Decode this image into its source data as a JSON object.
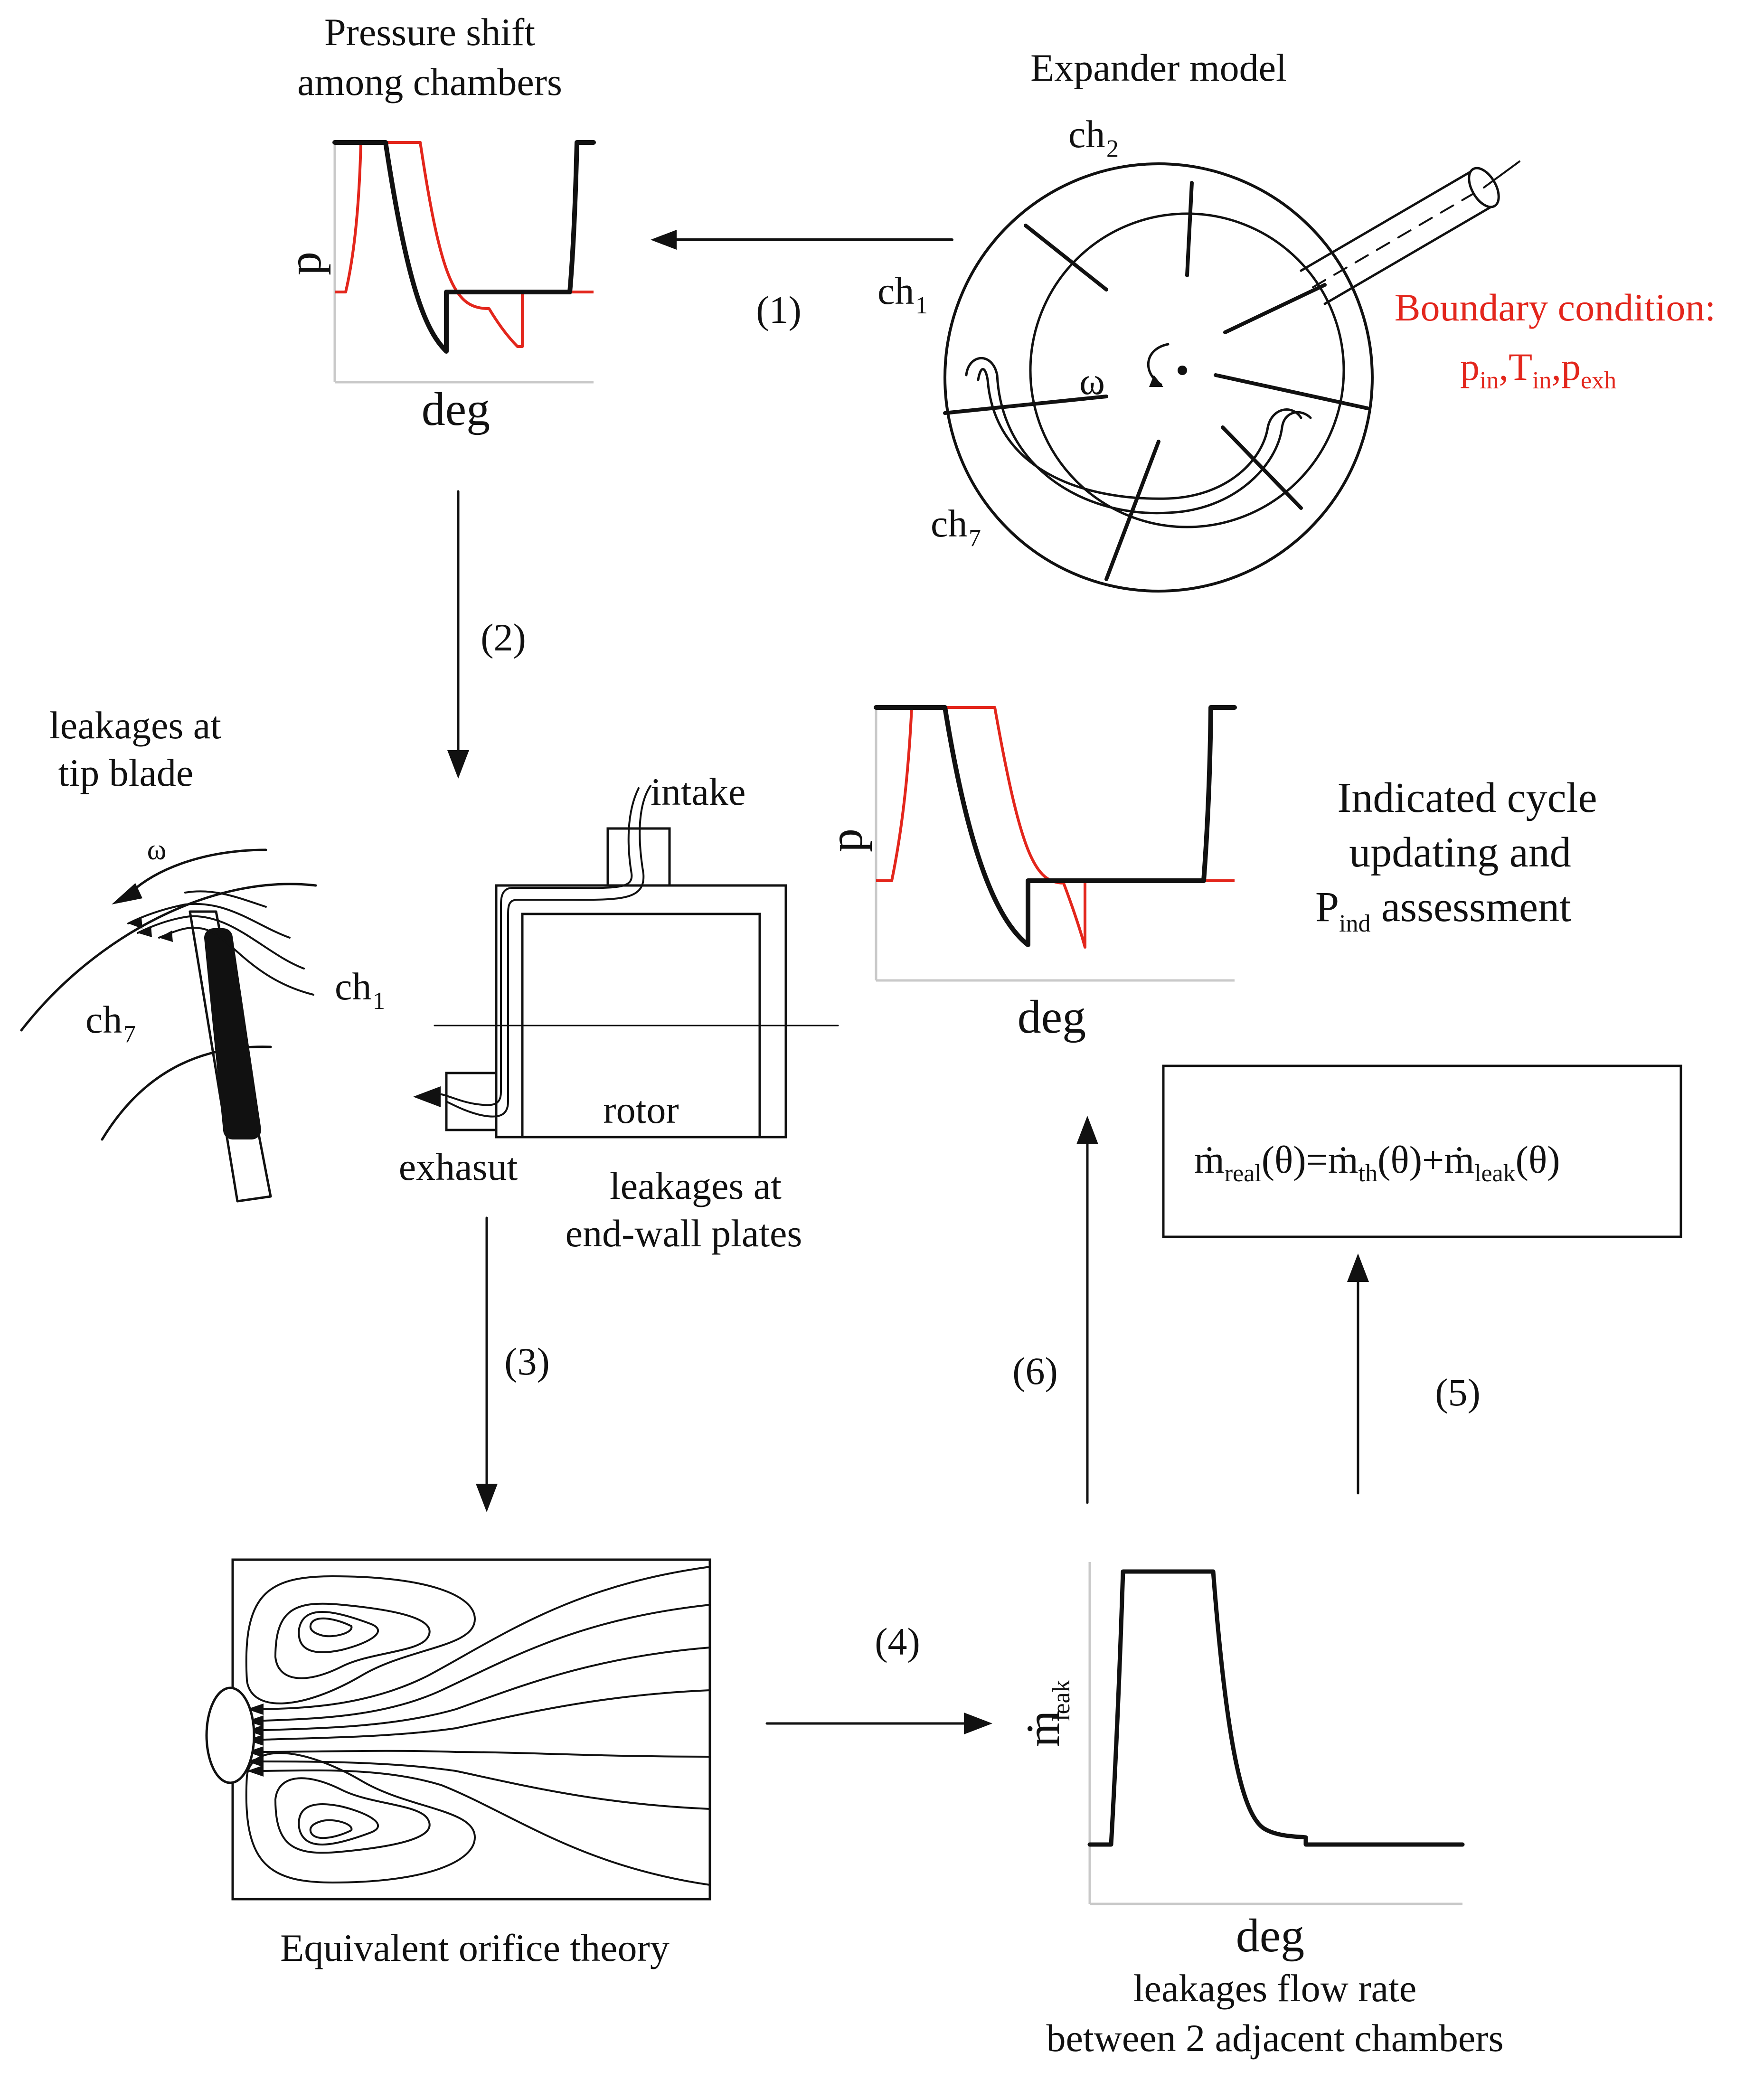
{
  "colors": {
    "ink": "#111111",
    "accent_red": "#e3261c",
    "axis_gray": "#c9c9c9"
  },
  "top_chart": {
    "title_line1": "Pressure shift",
    "title_line2": "among chambers",
    "ylabel": "p",
    "xlabel": "deg"
  },
  "expander": {
    "title": "Expander model",
    "ch2": {
      "main": "ch",
      "sub": "2"
    },
    "ch1": {
      "main": "ch",
      "sub": "1"
    },
    "ch7": {
      "main": "ch",
      "sub": "7"
    },
    "omega": "ω"
  },
  "boundary": {
    "title": "Boundary condition:",
    "p_in": {
      "main": "p",
      "sub": "in"
    },
    "t_in": {
      "main": "T",
      "sub": "in"
    },
    "p_exh": {
      "main": "p",
      "sub": "exh"
    },
    "sep": ","
  },
  "steps": {
    "s1": "(1)",
    "s2": "(2)",
    "s3": "(3)",
    "s4": "(4)",
    "s5": "(5)",
    "s6": "(6)"
  },
  "tip_leak": {
    "title_line1": "leakages at",
    "title_line2": "tip blade",
    "omega": "ω",
    "ch1": {
      "main": "ch",
      "sub": "1"
    },
    "ch7": {
      "main": "ch",
      "sub": "7"
    }
  },
  "endwall": {
    "intake": "intake",
    "rotor": "rotor",
    "exhaust": "exhasut",
    "caption_line1": "leakages at",
    "caption_line2": "end-wall plates"
  },
  "mid_chart": {
    "ylabel": "p",
    "xlabel": "deg"
  },
  "indicated": {
    "line1": "Indicated cycle",
    "line2": "updating and",
    "p_main": "P",
    "p_sub": "ind",
    "line3_rest": " assessment"
  },
  "equation": {
    "real_main": "ṁ",
    "real_sub": "real",
    "theta1": "(θ)=",
    "th_main": "ṁ",
    "th_sub": "th",
    "theta2": "(θ)+",
    "leak_main": "ṁ",
    "leak_sub": "leak",
    "theta3": "(θ)"
  },
  "orifice": {
    "caption": "Equivalent orifice theory"
  },
  "leak_chart": {
    "ylabel_main": "ṁ",
    "ylabel_sub": "leak",
    "xlabel": "deg",
    "caption_line1": "leakages flow rate",
    "caption_line2": "between 2 adjacent chambers"
  }
}
